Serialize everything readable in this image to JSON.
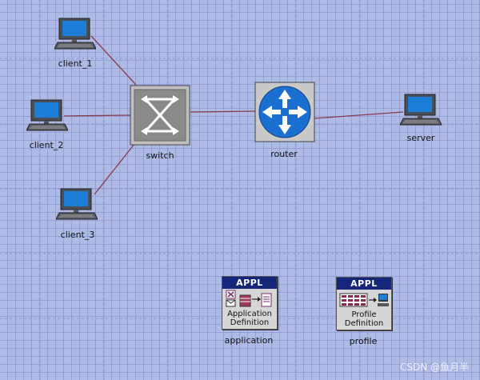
{
  "nodes": {
    "client_1": {
      "label": "client_1",
      "icon": "workstation-icon"
    },
    "client_2": {
      "label": "client_2",
      "icon": "workstation-icon"
    },
    "client_3": {
      "label": "client_3",
      "icon": "workstation-icon"
    },
    "switch": {
      "label": "switch",
      "icon": "switch-icon"
    },
    "router": {
      "label": "router",
      "icon": "router-icon"
    },
    "server": {
      "label": "server",
      "icon": "workstation-icon"
    },
    "application": {
      "label": "application",
      "badge": "APPL",
      "line1": "Application",
      "line2": "Definition",
      "icon": "application-config-icon"
    },
    "profile": {
      "label": "profile",
      "badge": "APPL",
      "line1": "Profile",
      "line2": "Definition",
      "icon": "profile-config-icon"
    }
  },
  "links": [
    {
      "from": "client_1",
      "to": "switch"
    },
    {
      "from": "client_2",
      "to": "switch"
    },
    {
      "from": "client_3",
      "to": "switch"
    },
    {
      "from": "switch",
      "to": "router"
    },
    {
      "from": "router",
      "to": "server"
    }
  ],
  "colors": {
    "background": "#aebbe6",
    "link": "#8a3a4a",
    "appl_header": "#15257a",
    "router_blue": "#1a6fd0"
  },
  "watermark": "CSDN @鱼月半"
}
